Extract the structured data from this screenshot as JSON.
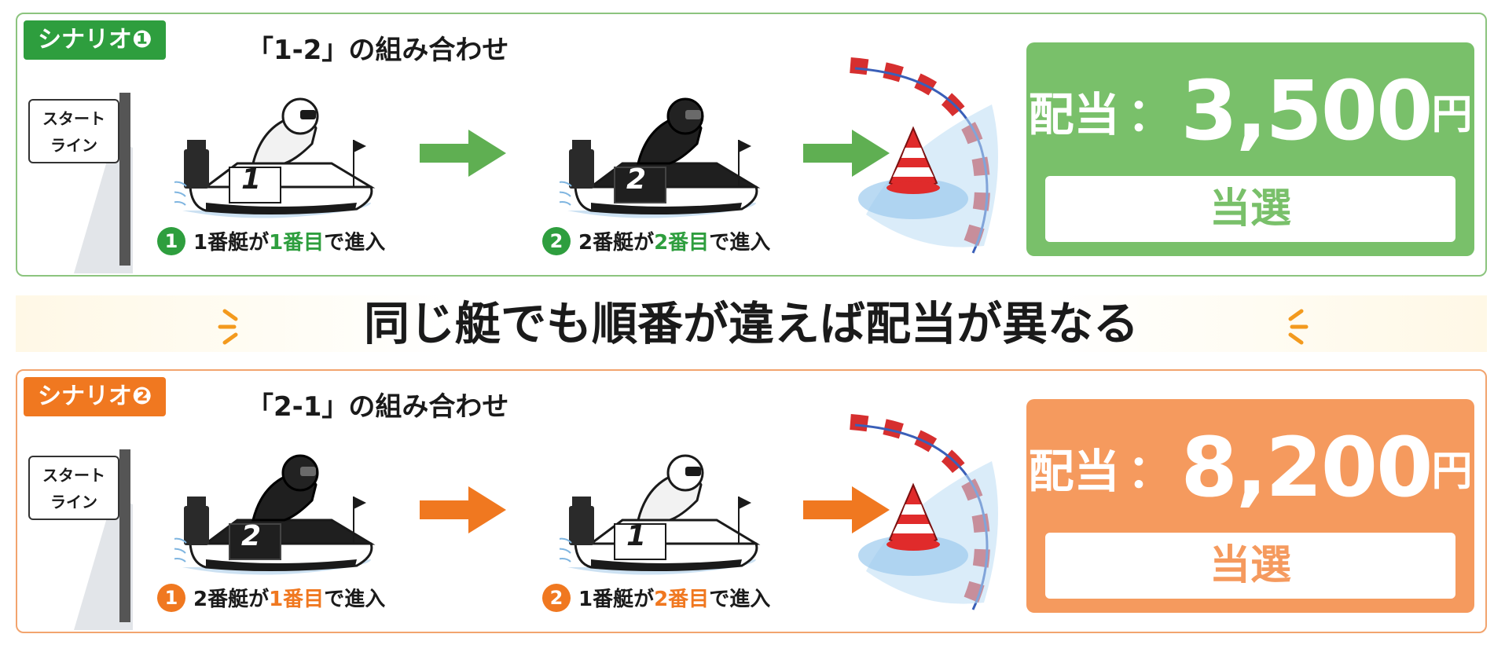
{
  "scenarios": [
    {
      "badge": "シナリオ❶",
      "combo": "「1-2」の組み合わせ",
      "start_label_1": "スタート",
      "start_label_2": "ライン",
      "boats": [
        {
          "number": "1",
          "caption_num": "1",
          "caption_pre": "1番艇が",
          "caption_hl": "1番目",
          "caption_post": "で進入"
        },
        {
          "number": "2",
          "caption_num": "2",
          "caption_pre": "2番艇が",
          "caption_hl": "2番目",
          "caption_post": "で進入"
        }
      ],
      "payout_label": "配当",
      "payout_colon": "：",
      "payout_value": "3,500",
      "payout_unit": "円",
      "result": "当選",
      "accent": "#2e9e3e"
    },
    {
      "badge": "シナリオ❷",
      "combo": "「2-1」の組み合わせ",
      "start_label_1": "スタート",
      "start_label_2": "ライン",
      "boats": [
        {
          "number": "2",
          "caption_num": "1",
          "caption_pre": "2番艇が",
          "caption_hl": "1番目",
          "caption_post": "で進入"
        },
        {
          "number": "1",
          "caption_num": "2",
          "caption_pre": "1番艇が",
          "caption_hl": "2番目",
          "caption_post": "で進入"
        }
      ],
      "payout_label": "配当",
      "payout_colon": "：",
      "payout_value": "8,200",
      "payout_unit": "円",
      "result": "当選",
      "accent": "#f07820"
    }
  ],
  "banner": {
    "text": "同じ艇でも順番が違えば配当が異なる"
  },
  "icons": [
    "start-line-pole",
    "racing-boat",
    "arrow-right",
    "turn-buoy",
    "burst-lines"
  ]
}
